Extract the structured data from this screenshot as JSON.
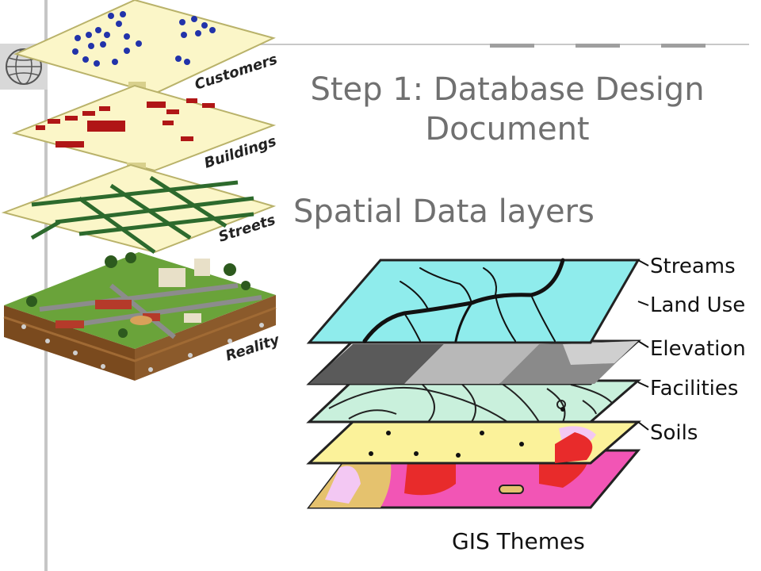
{
  "slide": {
    "title_line1": "Step 1: Database Design",
    "title_line2": "Document",
    "subtitle": "Spatial Data layers"
  },
  "left_figure": {
    "layers": [
      "Customers",
      "Buildings",
      "Streets",
      "Reality"
    ]
  },
  "right_figure": {
    "layers": [
      "Streams",
      "Land Use",
      "Elevation",
      "Facilities",
      "Soils"
    ],
    "caption": "GIS Themes"
  },
  "colors": {
    "text_gray": "#707070",
    "layer_cream": "#fbf6c8",
    "building_red": "#b01616",
    "street_green": "#2d6a2d",
    "customer_blue": "#2233aa",
    "stream_cyan": "#8fecec",
    "soil_pink": "#f255b5"
  }
}
